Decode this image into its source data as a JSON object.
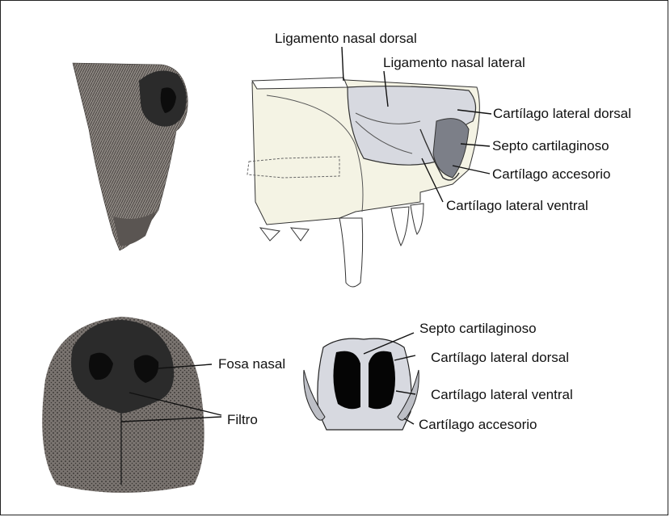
{
  "labels": {
    "ligamento_nasal_dorsal": "Ligamento nasal dorsal",
    "ligamento_nasal_lateral": "Ligamento nasal lateral",
    "cartilago_lateral_dorsal_top": "Cartílago lateral dorsal",
    "septo_cartilaginoso_top": "Septo cartilaginoso",
    "cartilago_accesorio_top": "Cartílago accesorio",
    "cartilago_lateral_ventral_top": "Cartílago lateral ventral",
    "fosa_nasal": "Fosa nasal",
    "filtro": "Filtro",
    "septo_cartilaginoso_bottom": "Septo cartilaginoso",
    "cartilago_lateral_dorsal_bottom": "Cartílago lateral dorsal",
    "cartilago_lateral_ventral_bottom": "Cartílago lateral ventral",
    "cartilago_accesorio_bottom": "Cartílago accesorio"
  },
  "colors": {
    "line": "#111111",
    "fur": "#6f6a66",
    "nose": "#2b2b2b",
    "skull_fill": "#f4f3e4",
    "cartilage": "#d7d9e0"
  }
}
